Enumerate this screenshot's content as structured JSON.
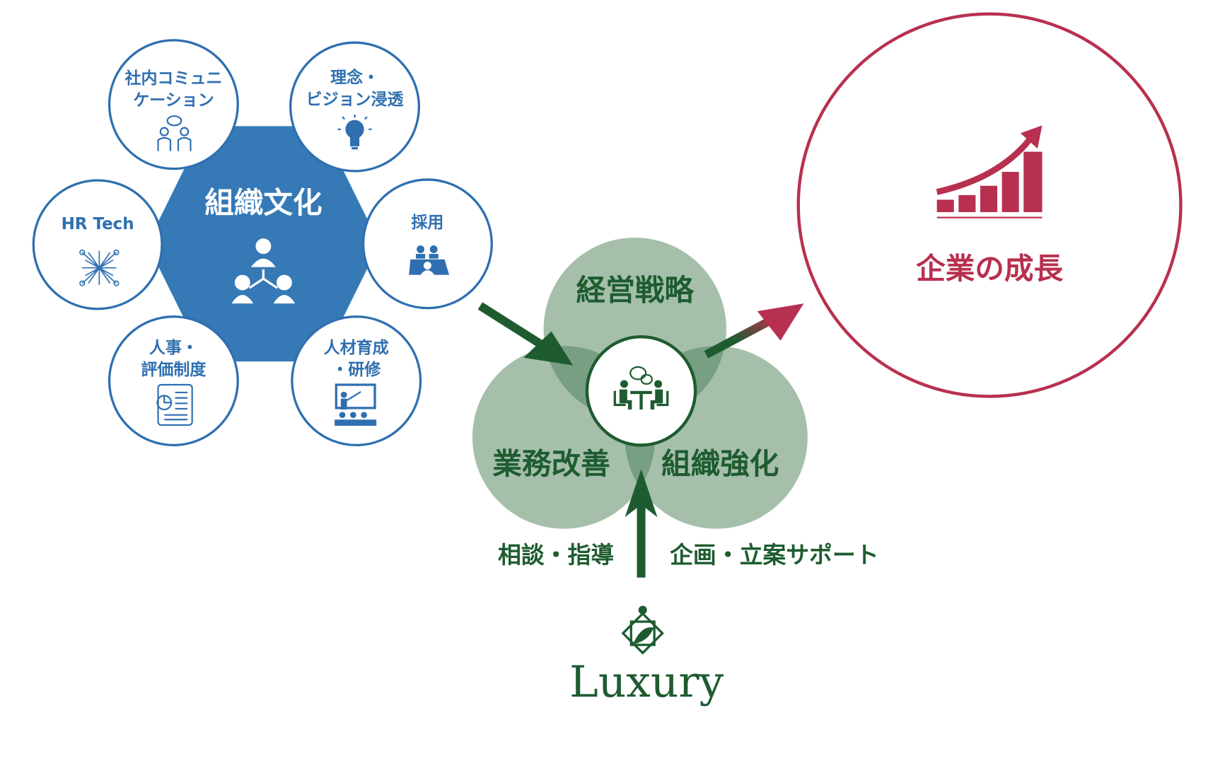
{
  "culture": {
    "title": "組織文化",
    "items": [
      {
        "line1": "社内コミュニ",
        "line2": "ケーション",
        "icon": "communication-icon"
      },
      {
        "line1": "理念・",
        "line2": "ビジョン浸透",
        "icon": "lightbulb-icon"
      },
      {
        "line1": "HR Tech",
        "line2": "",
        "icon": "network-icon"
      },
      {
        "line1": "採用",
        "line2": "",
        "icon": "recruitment-icon"
      },
      {
        "line1": "人事・",
        "line2": "評価制度",
        "icon": "evaluation-document-icon"
      },
      {
        "line1": "人材育成",
        "line2": "・研修",
        "icon": "training-presentation-icon"
      }
    ],
    "color": "#3579b6"
  },
  "venn": {
    "top": "経営戦略",
    "left": "業務改善",
    "right": "組織強化",
    "center_icon": "meeting-icon",
    "color": "#1e5c30"
  },
  "support": {
    "left": "相談・指導",
    "right": "企画・立案サポート"
  },
  "growth": {
    "label": "企業の成長",
    "icon": "growth-chart-icon",
    "color": "#b8304f"
  },
  "logo": {
    "text": "Luxury"
  }
}
